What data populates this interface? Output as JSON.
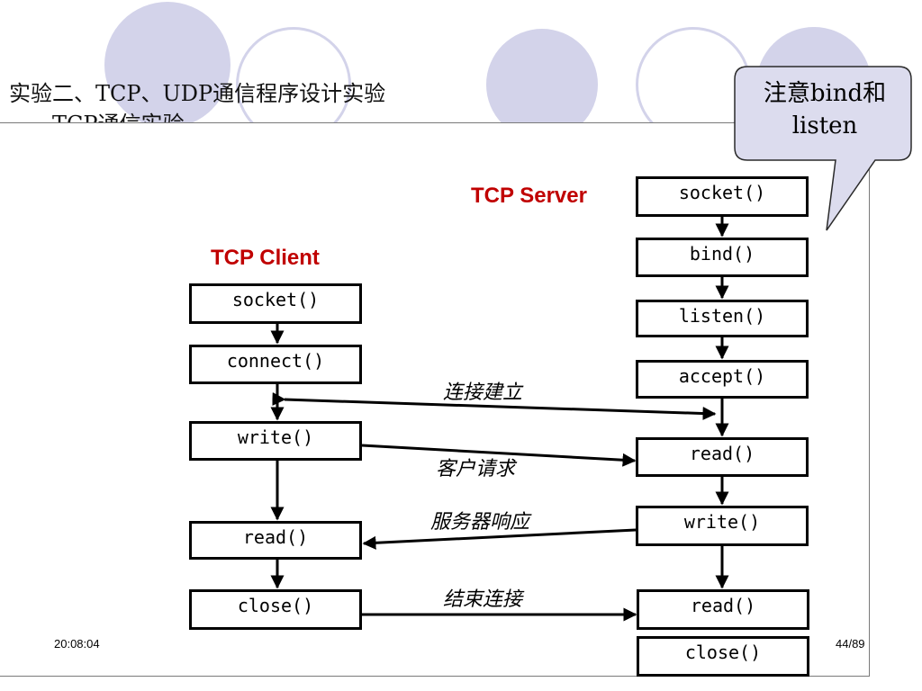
{
  "slide": {
    "title_line1": "实验二、TCP、UDP通信程序设计实验",
    "title_line2": "——TCP通信实验",
    "callout": {
      "line1": "注意bind和",
      "line2": "listen"
    },
    "client": {
      "label": "TCP Client",
      "calls": [
        "socket()",
        "connect()",
        "write()",
        "read()",
        "close()"
      ]
    },
    "server": {
      "label": "TCP Server",
      "calls": [
        "socket()",
        "bind()",
        "listen()",
        "accept()",
        "read()",
        "write()",
        "read()",
        "close()"
      ]
    },
    "messages": {
      "connect": "连接建立",
      "request": "客户请求",
      "response": "服务器响应",
      "close": "结束连接"
    },
    "footer": {
      "time": "20:08:04",
      "page": "44/89"
    },
    "colors": {
      "decor": "#d3d3ea",
      "label_red": "#c00000",
      "callout_fill": "#dcdcee"
    }
  }
}
